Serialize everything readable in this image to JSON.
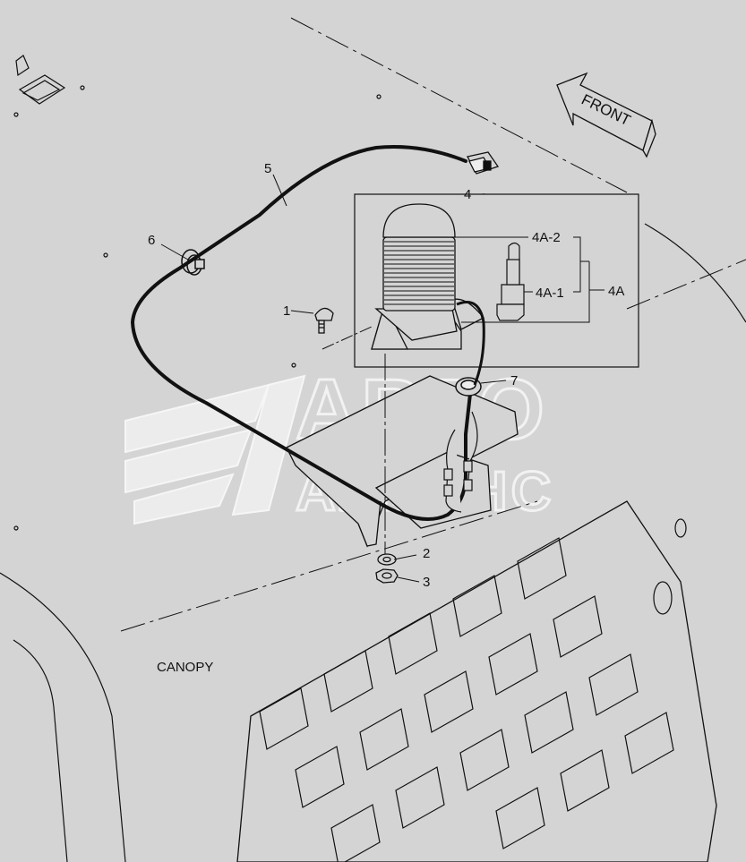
{
  "labels": {
    "p1": "1",
    "p2": "2",
    "p3": "3",
    "p4": "4",
    "p4a": "4A",
    "p4a1": "4A-1",
    "p4a2": "4A-2",
    "p5": "5",
    "p6": "6",
    "p7": "7",
    "front": "FRONT",
    "canopy": "CANOPY"
  },
  "watermark": {
    "line1": "АВТО",
    "line2": "АЛЬЯНС"
  },
  "colors": {
    "background": "#d4d4d4",
    "line": "#111111",
    "watermark": "#f2f2f2"
  }
}
